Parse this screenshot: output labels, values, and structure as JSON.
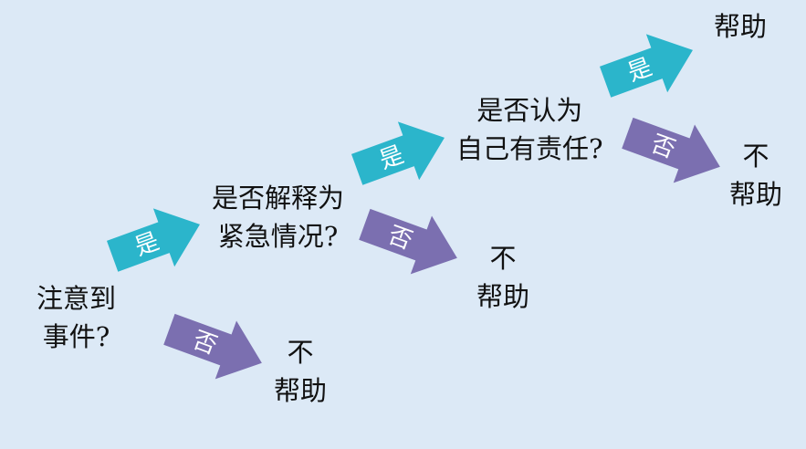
{
  "colors": {
    "background": "#dce9f6",
    "yes_arrow": "#2bb5cb",
    "no_arrow": "#7b6fb0"
  },
  "nodes": {
    "q1": {
      "line1": "注意到",
      "line2": "事件?"
    },
    "q2": {
      "line1": "是否解释为",
      "line2": "紧急情况?"
    },
    "q3": {
      "line1": "是否认为",
      "line2": "自己有责任?"
    },
    "help": {
      "line1": "帮助"
    },
    "no_help_1": {
      "line1": "不",
      "line2": "帮助"
    },
    "no_help_2": {
      "line1": "不",
      "line2": "帮助"
    },
    "no_help_3": {
      "line1": "不",
      "line2": "帮助"
    }
  },
  "arrows": {
    "yes_1": "是",
    "no_1": "否",
    "yes_2": "是",
    "no_2": "否",
    "yes_3": "是",
    "no_3": "否"
  }
}
